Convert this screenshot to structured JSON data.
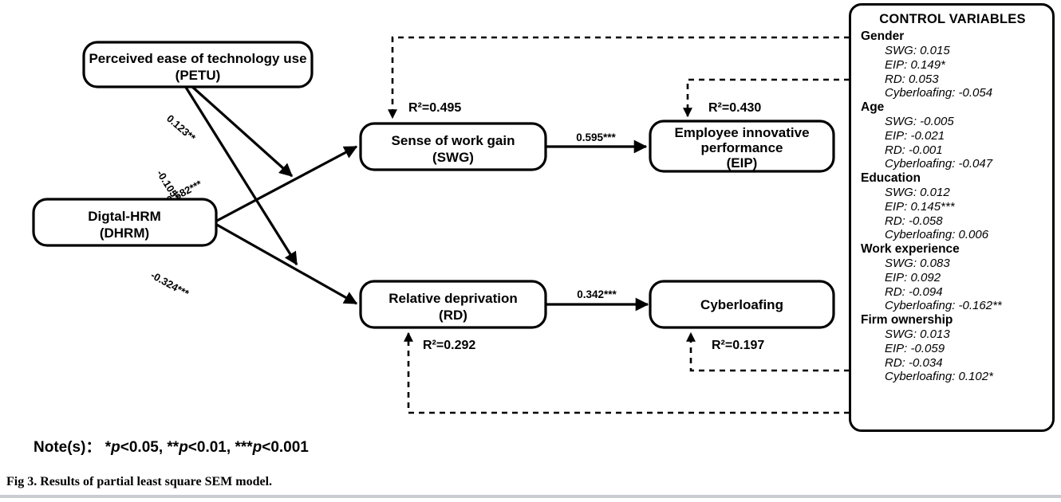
{
  "nodes": {
    "petu": {
      "line1": "Perceived ease of technology use",
      "line2": "(PETU)"
    },
    "dhrm": {
      "line1": "Digtal-HRM",
      "line2": "(DHRM)"
    },
    "swg": {
      "line1": "Sense of work gain",
      "line2": "(SWG)",
      "rsq": "R²=0.495"
    },
    "rd": {
      "line1": "Relative deprivation",
      "line2": "(RD)",
      "rsq": "R²=0.292"
    },
    "eip": {
      "line1": "Employee innovative",
      "line2": "performance",
      "line3": "(EIP)",
      "rsq": "R²=0.430"
    },
    "cyber": {
      "line1": "Cyberloafing",
      "rsq": "R²=0.197"
    }
  },
  "paths": {
    "petu_swg": "0.123**",
    "petu_rd": "-0.105**",
    "dhrm_swg": "0.582***",
    "dhrm_rd": "-0.324***",
    "swg_eip": "0.595***",
    "rd_cyber": "0.342***"
  },
  "control_panel": {
    "title": "CONTROL VARIABLES",
    "groups": [
      {
        "name": "Gender",
        "rows": [
          "SWG: 0.015",
          "EIP: 0.149*",
          "RD: 0.053",
          "Cyberloafing: -0.054"
        ]
      },
      {
        "name": "Age",
        "rows": [
          "SWG: -0.005",
          "EIP: -0.021",
          "RD: -0.001",
          "Cyberloafing: -0.047"
        ]
      },
      {
        "name": "Education",
        "rows": [
          "SWG: 0.012",
          "EIP: 0.145***",
          "RD: -0.058",
          "Cyberloafing: 0.006"
        ]
      },
      {
        "name": "Work experience",
        "rows": [
          "SWG: 0.083",
          "EIP: 0.092",
          "RD: -0.094",
          "Cyberloafing: -0.162**"
        ]
      },
      {
        "name": "Firm ownership",
        "rows": [
          "SWG: 0.013",
          "EIP: -0.059",
          "RD: -0.034",
          "Cyberloafing: 0.102*"
        ]
      }
    ]
  },
  "note": {
    "label": "Note(s)：",
    "items": [
      "*p<0.05,",
      "**p<0.01,",
      "***p<0.001"
    ]
  },
  "caption": "Fig 3.  Results of partial least square SEM model.",
  "colors": {
    "stroke": "#000000",
    "background": "#ffffff",
    "footer_rule": "#c9ccd1"
  }
}
